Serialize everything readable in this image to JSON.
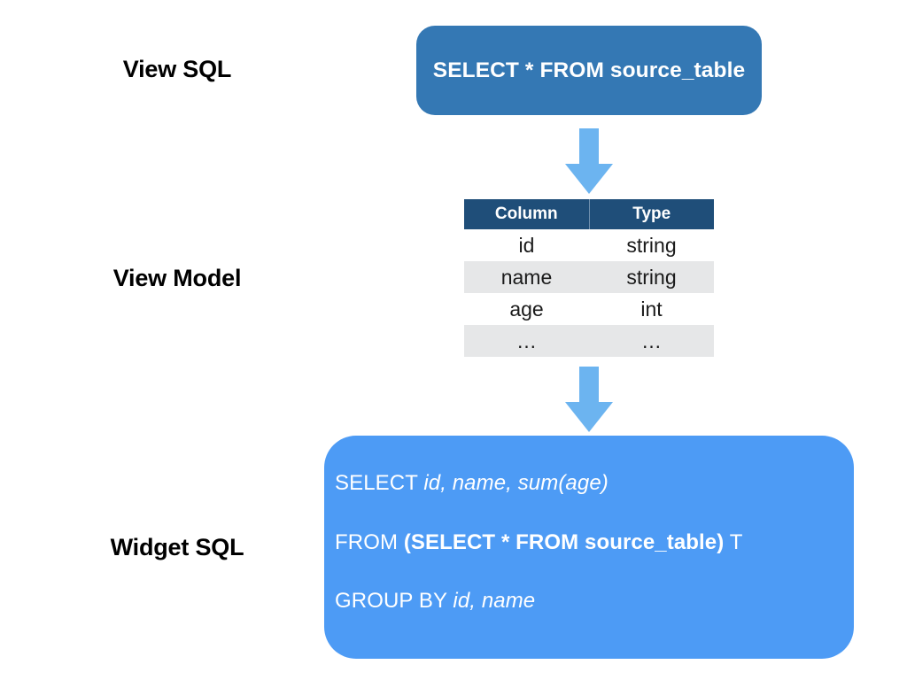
{
  "diagram": {
    "title_row_labels": {
      "view_sql": "View SQL",
      "view_model": "View Model",
      "widget_sql": "Widget SQL"
    },
    "colors": {
      "view_sql_box": "#3478b4",
      "widget_sql_box": "#4d9bf5",
      "arrow": "#6cb4f0",
      "table_header": "#1f4e79",
      "table_zebra_row": "#e6e7e8",
      "text_on_blue": "#ffffff",
      "label_text": "#000000",
      "background": "#ffffff"
    }
  },
  "view_sql": {
    "statement": "SELECT * FROM source_table"
  },
  "view_model": {
    "headers": [
      "Column",
      "Type"
    ],
    "rows": [
      {
        "column": "id",
        "type": "string"
      },
      {
        "column": "name",
        "type": "string"
      },
      {
        "column": "age",
        "type": "int"
      },
      {
        "column": "…",
        "type": "…"
      }
    ]
  },
  "widget_sql": {
    "line1": {
      "keyword": "SELECT ",
      "italic": "id, name, sum(age)"
    },
    "line2": {
      "keyword": "FROM ",
      "bold": "(SELECT * FROM source_table)",
      "alias": " T"
    },
    "line3": {
      "keyword": "GROUP BY ",
      "italic": "id, name"
    }
  },
  "arrows": {
    "sql_to_model": "down-arrow",
    "model_to_widget": "down-arrow"
  }
}
